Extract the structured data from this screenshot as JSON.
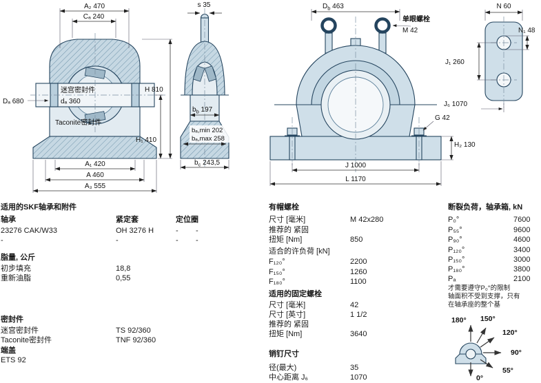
{
  "drawing": {
    "left": {
      "a2": "A₂ 470",
      "ca": "Cₐ 240",
      "laby": "迷宫密封件",
      "da": "dₐ 360",
      "Da": "Dₐ 680",
      "taconite": "Taconite密封件",
      "h": "H 810",
      "h1": "H₁ 410",
      "a1": "A₁ 420",
      "a": "A 460",
      "a3": "A₃ 555"
    },
    "mid": {
      "s": "s 35",
      "bb_n": "b",
      "bb_s": "b",
      "bb_v": " 197",
      "bamin": "bₐ,min 202",
      "bamax": "bₐ,max 258",
      "bc_n": "b",
      "bc_s": "c",
      "bc_v": " 243,5"
    },
    "front": {
      "db_n": "D",
      "db_s": "b",
      "db_v": " 463",
      "eyebolt": "单眼螺栓",
      "eyebolt_size": "M 42",
      "j": "J 1000",
      "l": "L 1170",
      "g": "G 42",
      "h2": "H₂ 130"
    },
    "detail": {
      "n": "N 60",
      "n1": "N₁ 48",
      "j1": "J₁ 260",
      "j6": "J₆ 1070"
    }
  },
  "bearings": {
    "title": "适用的SKF轴承和附件",
    "col_bearing": "轴承",
    "col_sleeve": "紧定套",
    "col_ring": "定位圈",
    "rows": [
      [
        "23276 CAK/W33",
        "OH 3276 H",
        "-",
        "-"
      ],
      [
        "-",
        "-",
        "-",
        "-"
      ]
    ]
  },
  "grease": {
    "title": "脂量, 公斤",
    "initial_label": "初步填充",
    "initial_value": "18,8",
    "relube_label": "重新油脂",
    "relube_value": "0,55"
  },
  "seals": {
    "title": "密封件",
    "laby_label": "迷宫密封件",
    "laby_value": "TS 92/360",
    "taconite_label": "Taconite密封件",
    "taconite_value": "TNF 92/360",
    "endcover_title": "端盖",
    "endcover_value": "ETS 92"
  },
  "cap_bolts": {
    "title": "有帽螺栓",
    "size_label": "尺寸 [毫米]",
    "size_value": "M 42x280",
    "recommended_label": "推荐的 紧固",
    "torque_label": "扭矩 [Nm]",
    "torque_value": "850",
    "load_title": "适合的许负荷 [kN]",
    "loads": [
      [
        "F₁₂₀°",
        "2200"
      ],
      [
        "F₁₅₀°",
        "1260"
      ],
      [
        "F₁₈₀°",
        "1100"
      ]
    ]
  },
  "attachment_bolts": {
    "title": "适用的固定螺栓",
    "size_mm_label": "尺寸 [毫米]",
    "size_mm_value": "42",
    "size_in_label": "尺寸 [英寸]",
    "size_in_value": "1 1/2",
    "recommended_label": "推荐的 紧固",
    "torque_label": "扭矩 [Nm]",
    "torque_value": "3640"
  },
  "pins": {
    "title": "销钉尺寸",
    "dia_label": "径(最大)",
    "dia_value": "35",
    "cc_label": "中心距离 J₆",
    "cc_value": "1070"
  },
  "breaking": {
    "title": "断裂负荷，轴承箱, kN",
    "rows": [
      [
        "P₀°",
        "7600"
      ],
      [
        "P₅₅°",
        "9600"
      ],
      [
        "P₉₀°",
        "4600"
      ],
      [
        "P₁₂₀°",
        "3400"
      ],
      [
        "P₁₅₀°",
        "3000"
      ],
      [
        "P₁₈₀°",
        "3800"
      ],
      [
        "Pₐ",
        "2100"
      ]
    ],
    "note_lines": [
      "才需要遵守P₀°的限制",
      "轴面积不受到支撑，只有",
      "在轴承座的整个基"
    ],
    "angles": [
      "180°",
      "150°",
      "120°",
      "90°",
      "55°",
      "0°"
    ]
  }
}
